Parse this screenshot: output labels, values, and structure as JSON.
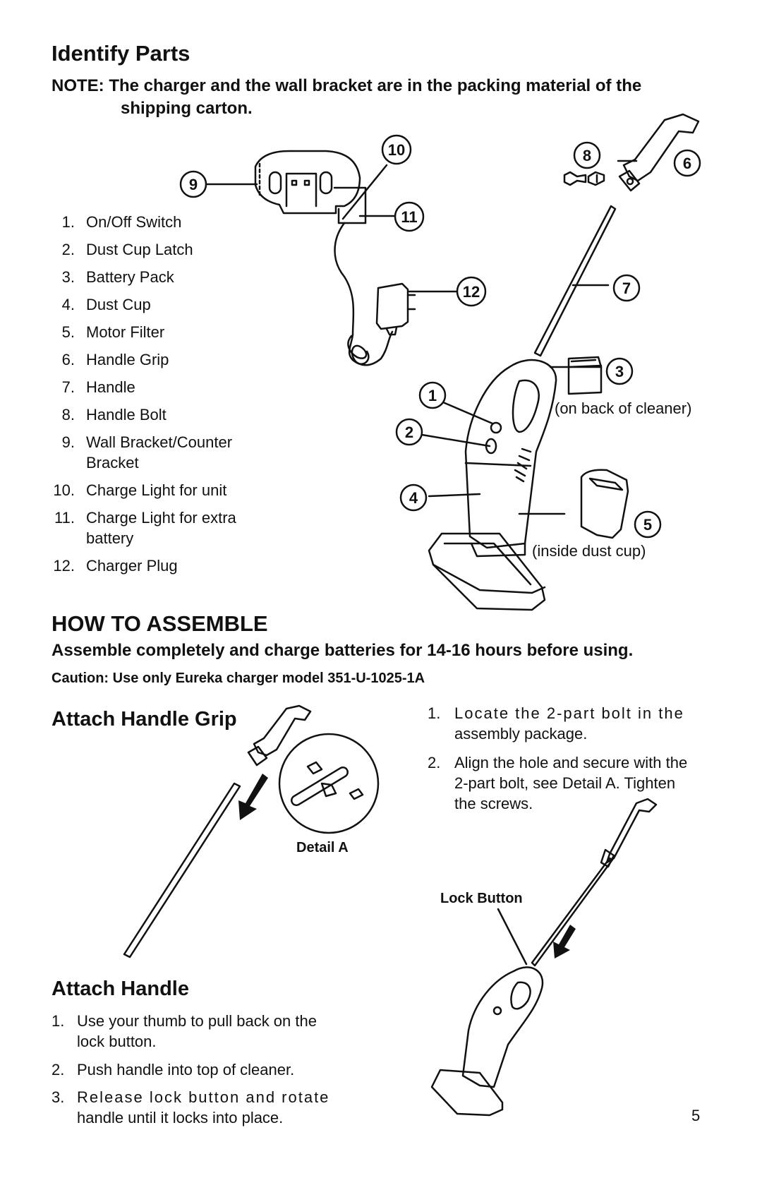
{
  "identify": {
    "title": "Identify Parts",
    "note_line1": "NOTE: The charger and the wall bracket are in the packing material of the",
    "note_line2": "shipping carton.",
    "parts": [
      {
        "num": "1.",
        "line1": "On/Off Switch",
        "line2": ""
      },
      {
        "num": "2.",
        "line1": "Dust Cup Latch",
        "line2": ""
      },
      {
        "num": "3.",
        "line1": "Battery Pack",
        "line2": ""
      },
      {
        "num": "4.",
        "line1": "Dust Cup",
        "line2": ""
      },
      {
        "num": "5.",
        "line1": "Motor Filter",
        "line2": ""
      },
      {
        "num": "6.",
        "line1": "Handle Grip",
        "line2": ""
      },
      {
        "num": "7.",
        "line1": "Handle",
        "line2": ""
      },
      {
        "num": "8.",
        "line1": "Handle Bolt",
        "line2": ""
      },
      {
        "num": "9.",
        "line1": "Wall Bracket/Counter",
        "line2": "Bracket"
      },
      {
        "num": "10.",
        "line1": "Charge Light for unit",
        "line2": ""
      },
      {
        "num": "11.",
        "line1": "Charge Light for extra",
        "line2": "battery"
      },
      {
        "num": "12.",
        "line1": "Charger Plug",
        "line2": ""
      }
    ],
    "callouts": [
      "1",
      "2",
      "3",
      "4",
      "5",
      "6",
      "7",
      "8",
      "9",
      "10",
      "11",
      "12"
    ],
    "caption_back": "(on back of cleaner)",
    "caption_inside": "(inside dust cup)"
  },
  "assemble": {
    "title": "HOW TO ASSEMBLE",
    "subtitle": "Assemble completely and charge batteries for 14-16 hours before using.",
    "caution": "Caution: Use only Eureka charger model 351-U-1025-1A"
  },
  "grip": {
    "title": "Attach Handle Grip",
    "detail_label": "Detail A",
    "steps": [
      {
        "num": "1.",
        "line1": "Locate the 2-part bolt in the",
        "line2": "assembly package.",
        "line3": ""
      },
      {
        "num": "2.",
        "line1": "Align the hole and secure with the",
        "line2": "2-part bolt, see Detail A. Tighten",
        "line3": "the screws."
      }
    ]
  },
  "handle": {
    "title": "Attach Handle",
    "lock_label": "Lock Button",
    "steps": [
      {
        "num": "1.",
        "line1": "Use your thumb to pull back on the",
        "line2": "lock button."
      },
      {
        "num": "2.",
        "line1": "Push handle into top of cleaner.",
        "line2": ""
      },
      {
        "num": "3.",
        "line1": "Release lock button and rotate",
        "line2": "handle until it locks into place."
      }
    ]
  },
  "page_number": "5"
}
